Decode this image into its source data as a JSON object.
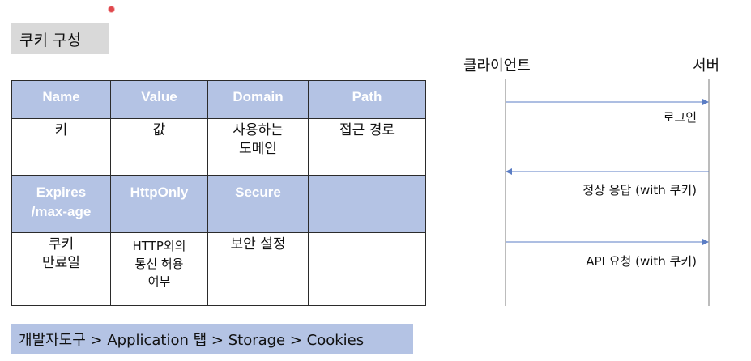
{
  "title": "쿠키 구성",
  "table": {
    "row1_headers": [
      "Name",
      "Value",
      "Domain",
      "Path"
    ],
    "row1_values": [
      "키",
      "값",
      "사용하는\n도메인",
      "접근 경로"
    ],
    "row2_headers": [
      "Expires\n/max-age",
      "HttpOnly",
      "Secure",
      ""
    ],
    "row2_values": [
      "쿠키\n만료일",
      "HTTP외의\n통신 허용\n여부",
      "보안 설정",
      ""
    ]
  },
  "footer": "개발자도구 > Application 탭 > Storage > Cookies",
  "sequence": {
    "client": "클라이언트",
    "server": "서버",
    "messages": [
      {
        "label": "로그인",
        "direction": "client-to-server"
      },
      {
        "label": "정상 응답 (with 쿠키)",
        "direction": "server-to-client"
      },
      {
        "label": "API 요청 (with 쿠키)",
        "direction": "client-to-server"
      }
    ]
  },
  "colors": {
    "header_fill": "#b4c3e4",
    "title_fill": "#d9d9d9",
    "arrow": "#5b7dc4",
    "accent_dot": "#e0474c"
  }
}
